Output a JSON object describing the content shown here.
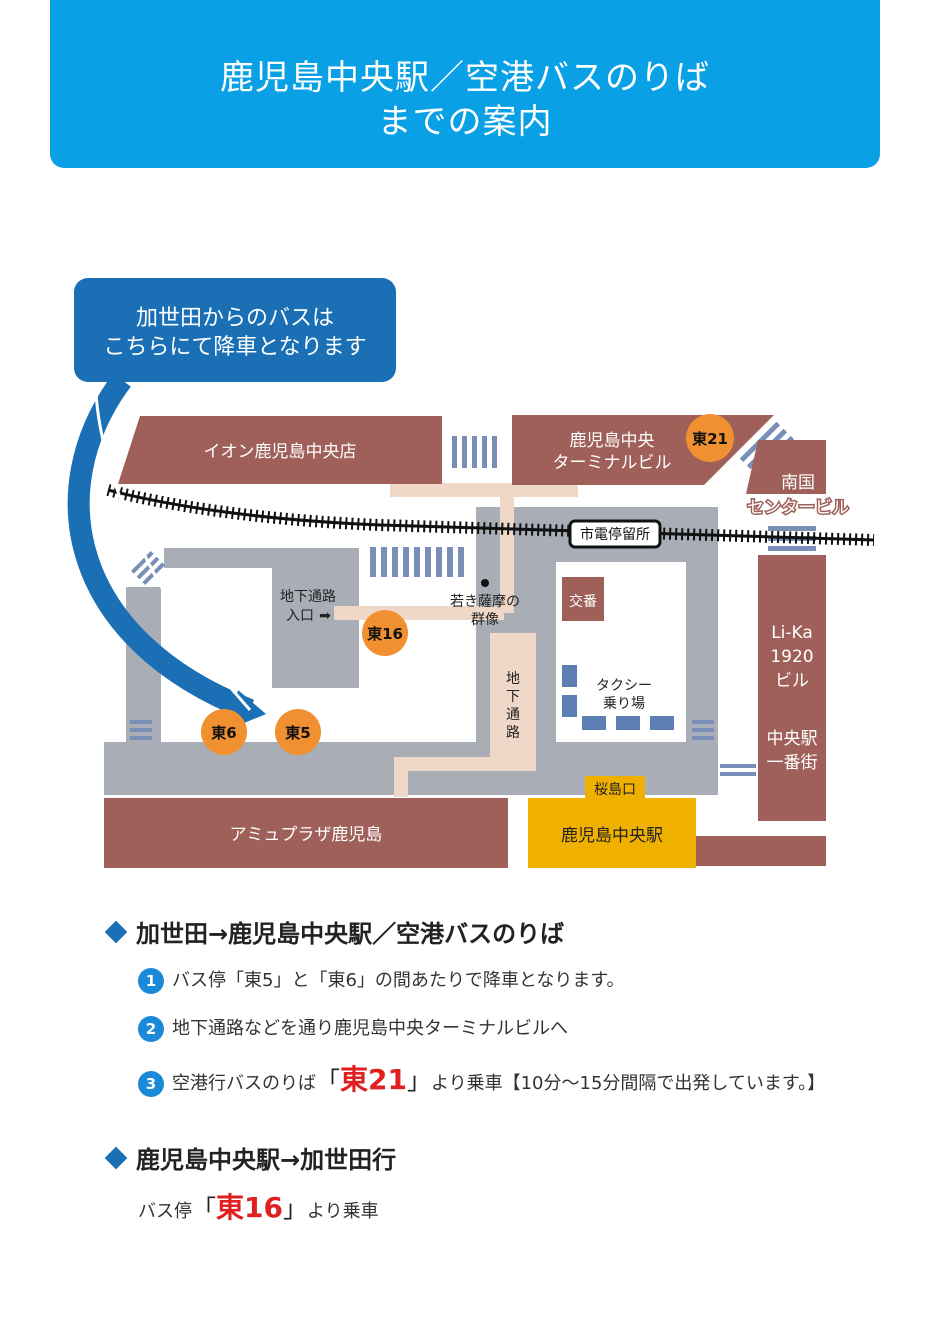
{
  "header": {
    "title_line1": "鹿児島中央駅／空港バスのりば",
    "title_line2": "までの案内"
  },
  "map": {
    "callout_line1": "加世田からのバスは",
    "callout_line2": "こちらにて降車となります",
    "buildings": {
      "aeon": "イオン鹿児島中央店",
      "terminal_line1": "鹿児島中央",
      "terminal_line2": "ターミナルビル",
      "nangoku_line1": "南国",
      "nangoku_line2": "センタービル",
      "lika_line1": "Li-Ka",
      "lika_line2": "1920",
      "lika_line3": "ビル",
      "ichibangai_line1": "中央駅",
      "ichibangai_line2": "一番街",
      "amu": "アミュプラザ鹿児島",
      "station": "鹿児島中央駅",
      "koban": "交番"
    },
    "labels": {
      "tram_stop": "市電停留所",
      "underpass_entrance_line1": "地下通路",
      "underpass_entrance_line2": "入口",
      "arrow_glyph": "➡",
      "statue_line1": "若き薩摩の",
      "statue_line2": "群像",
      "underpass_v1": "地",
      "underpass_v2": "下",
      "underpass_v3": "通",
      "underpass_v4": "路",
      "taxi_line1": "タクシー",
      "taxi_line2": "乗り場",
      "sakurajima_exit": "桜島口"
    },
    "stops": {
      "e21": "東21",
      "e16": "東16",
      "e6": "東6",
      "e5": "東5"
    },
    "colors": {
      "building": "#a0605a",
      "road": "#a8adb6",
      "path": "#f0d8c8",
      "stop": "#f09030",
      "station": "#f0b000",
      "callout": "#1a6fb5"
    }
  },
  "section1": {
    "heading": "加世田→鹿児島中央駅／空港バスのりば",
    "step1_num": "1",
    "step1_text": "バス停「東5」と「東6」の間あたりで降車となります。",
    "step2_num": "2",
    "step2_text": "地下通路などを通り鹿児島中央ターミナルビルへ",
    "step3_num": "3",
    "step3_pre": "空港行バスのりば",
    "step3_open": "「",
    "step3_stop": "東21",
    "step3_close": "」",
    "step3_post": "より乗車【10分～15分間隔で出発しています。】"
  },
  "section2": {
    "heading": "鹿児島中央駅→加世田行",
    "pre": "バス停",
    "open": "「",
    "stop": "東16",
    "close": "」",
    "post": "より乗車"
  }
}
